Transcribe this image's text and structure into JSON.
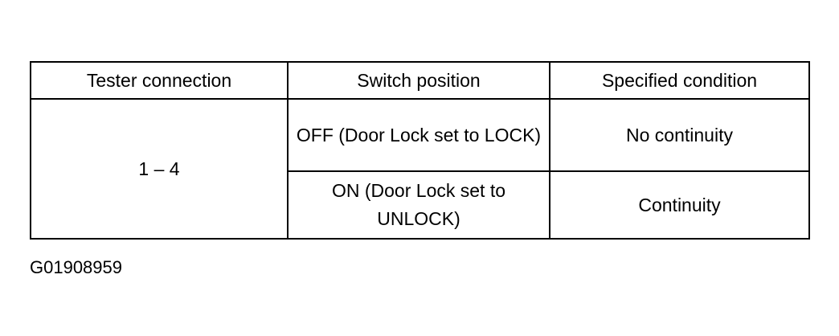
{
  "table": {
    "headers": [
      "Tester connection",
      "Switch position",
      "Specified condition"
    ],
    "tester_connection": "1 – 4",
    "rows": [
      {
        "switch_position": "OFF (Door Lock set to LOCK)",
        "specified_condition": "No continuity"
      },
      {
        "switch_position": "ON (Door Lock set to UNLOCK)",
        "specified_condition": "Continuity"
      }
    ]
  },
  "figure_id": "G01908959"
}
